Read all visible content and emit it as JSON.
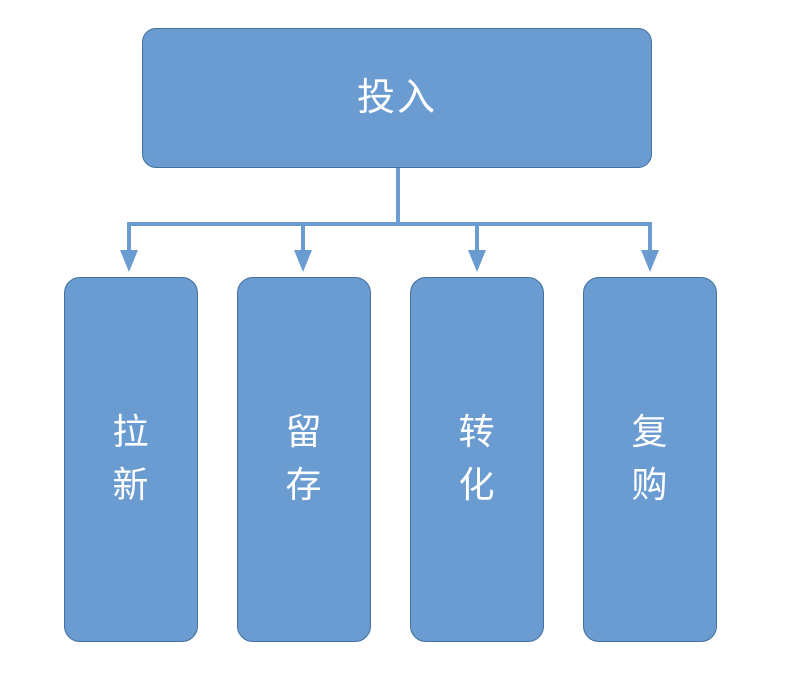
{
  "diagram": {
    "title": "投入",
    "type": "hierarchy-flow",
    "colors": {
      "node_fill": "#6A9BD1",
      "node_border": "#41719C",
      "node_text": "#FFFFFF",
      "connector": "#6A9BD1",
      "background": "#FFFFFF"
    },
    "root": {
      "label": "投入",
      "name": "root-node-investment"
    },
    "children": [
      {
        "label": "拉新",
        "name": "child-node-acquisition"
      },
      {
        "label": "留存",
        "name": "child-node-retention"
      },
      {
        "label": "转化",
        "name": "child-node-conversion"
      },
      {
        "label": "复购",
        "name": "child-node-repurchase"
      }
    ]
  }
}
